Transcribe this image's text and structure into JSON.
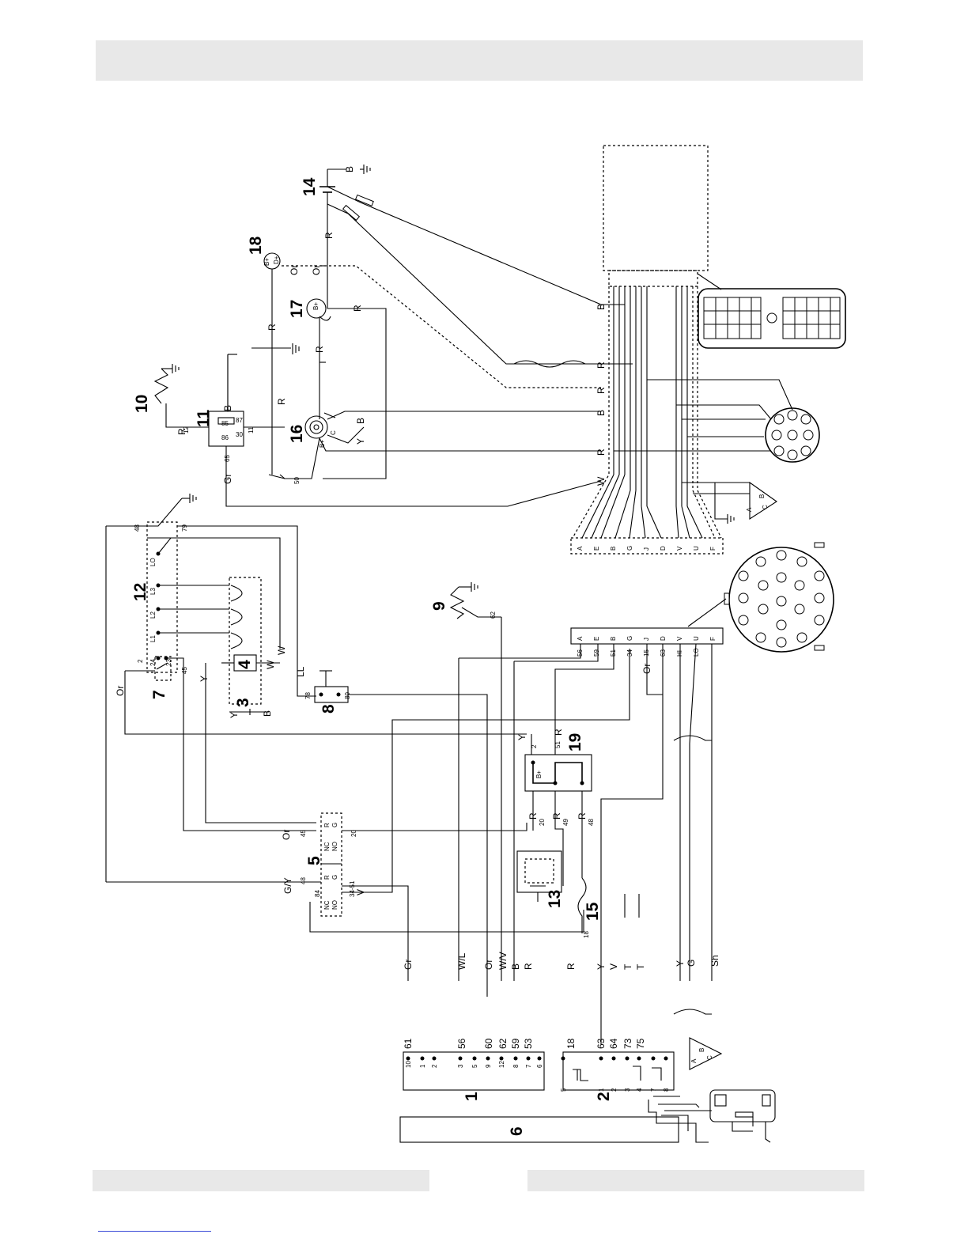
{
  "components": [
    {
      "id": "c1",
      "label": "1"
    },
    {
      "id": "c2",
      "label": "2"
    },
    {
      "id": "c3",
      "label": "3"
    },
    {
      "id": "c4",
      "label": "4"
    },
    {
      "id": "c5",
      "label": "5"
    },
    {
      "id": "c6",
      "label": "6"
    },
    {
      "id": "c7",
      "label": "7"
    },
    {
      "id": "c8",
      "label": "8"
    },
    {
      "id": "c9",
      "label": "9"
    },
    {
      "id": "c10",
      "label": "10"
    },
    {
      "id": "c11",
      "label": "11"
    },
    {
      "id": "c12",
      "label": "12"
    },
    {
      "id": "c13",
      "label": "13"
    },
    {
      "id": "c14",
      "label": "14"
    },
    {
      "id": "c15",
      "label": "15"
    },
    {
      "id": "c16",
      "label": "16"
    },
    {
      "id": "c17",
      "label": "17"
    },
    {
      "id": "c18",
      "label": "18"
    },
    {
      "id": "c19",
      "label": "19"
    }
  ],
  "bottom_wires": {
    "connector1_wires": [
      "61",
      "56",
      "60",
      "62",
      "59",
      "53"
    ],
    "connector1_pins": [
      "10",
      "1",
      "2",
      "3",
      "5",
      "9",
      "12",
      "8",
      "7",
      "6"
    ],
    "connector2_wires": [
      "18",
      "63",
      "64",
      "73",
      "75"
    ],
    "connector2_pins": [
      "5",
      "1",
      "2",
      "3",
      "4",
      "7",
      "8"
    ],
    "colors1": [
      "Gr",
      "W/L",
      "Or",
      "W/V",
      "B",
      "R"
    ],
    "colors2": [
      "R",
      "Y",
      "V",
      "T",
      "T"
    ],
    "colors3": [
      "Y",
      "G",
      "Sh"
    ]
  },
  "connector_letters": [
    "A",
    "E",
    "B",
    "G",
    "J",
    "D",
    "V",
    "U",
    "F"
  ],
  "connector_nums": [
    "56",
    "59",
    "51",
    "34",
    "15",
    "63",
    "HI",
    "LO"
  ],
  "sw12_terms": [
    "L1",
    "L2",
    "L3",
    "LO",
    "24",
    "23",
    "2",
    "45",
    "48",
    "79"
  ],
  "wire_colors_top": {
    "R": "R",
    "B": "B",
    "W": "W",
    "Gr": "Gr",
    "Or": "Or",
    "Y": "Y",
    "LL": "LL",
    "GY": "G/Y",
    "V": "V"
  },
  "relay11_pins": [
    "85",
    "86",
    "87",
    "30",
    "12",
    "11",
    "65"
  ],
  "relay5_terms": [
    "R",
    "G",
    "R",
    "G",
    "NC",
    "NO",
    "NC",
    "NO",
    "48",
    "84",
    "34-51",
    "45",
    "20"
  ],
  "relay19_terms": [
    "2",
    "51",
    "20",
    "49",
    "48",
    "B+"
  ],
  "misc_numbers": [
    "62",
    "78",
    "80",
    "50",
    "18"
  ],
  "starter_terms": [
    "B+",
    "C",
    "D+"
  ],
  "sensor_terms": [
    "A",
    "B",
    "C"
  ]
}
